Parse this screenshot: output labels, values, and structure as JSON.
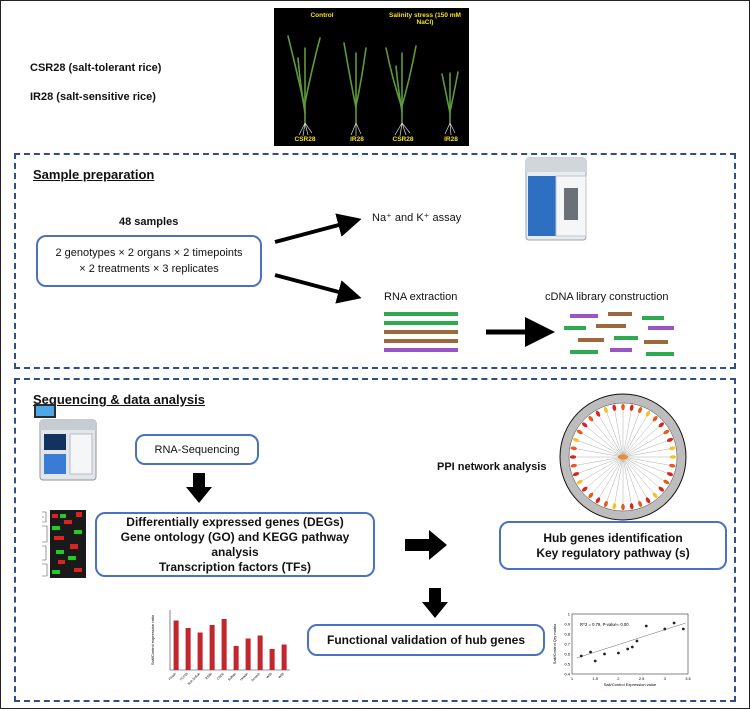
{
  "header": {
    "genotype_1": "CSR28 (salt-tolerant rice)",
    "genotype_2": "IR28 (salt-sensitive rice)",
    "photo": {
      "control_label": "Control",
      "stress_label": "Salinity stress (150 mM NaCl)",
      "plant_labels": [
        "CSR28",
        "IR28",
        "CSR28",
        "IR28"
      ]
    }
  },
  "sample_prep": {
    "title": "Sample preparation",
    "samples_count": "48 samples",
    "design_line1": "2 genotypes × 2 organs × 2 timepoints",
    "design_line2": "× 2 treatments × 3 replicates",
    "assay_label": "Na⁺ and K⁺ assay",
    "rna_label": "RNA extraction",
    "cdna_label": "cDNA library construction"
  },
  "seq_analysis": {
    "title": "Sequencing & data analysis",
    "rnaseq_label": "RNA-Sequencing",
    "deg_line1": "Differentially expressed genes (DEGs)",
    "deg_line2": "Gene ontology (GO) and KEGG pathway analysis",
    "deg_line3": "Transcription factors (TFs)",
    "ppi_label": "PPI network analysis",
    "hub_line1": "Hub genes identification",
    "hub_line2": "Key regulatory pathway (s)",
    "validation_label": "Functional validation of hub genes"
  },
  "bar_chart": {
    "ylabel": "Salt/Control expression ratio",
    "categories": [
      "Pi/ash",
      "TCP19",
      "Sub ZnSub",
      "RS80",
      "CSD6",
      "Sulfate",
      "HeadA",
      "Scratch",
      "W29",
      "W28"
    ],
    "values": [
      3.3,
      2.8,
      2.5,
      3.0,
      3.4,
      1.6,
      2.1,
      2.3,
      1.4,
      1.7
    ],
    "ylim": [
      0,
      4
    ],
    "color": "#c4262e"
  },
  "scatter_plot": {
    "xlabel": "Salt/Control Expression value",
    "ylabel": "Salt/Control Qry matrix",
    "annotation": "R^2 = 0.79, P-value= 0.00",
    "x_ticks": [
      "1",
      "1.5",
      "2",
      "2.5",
      "3",
      "3.5"
    ],
    "y_ticks": [
      "0.4",
      "0.5",
      "0.6",
      "0.7",
      "0.8",
      "0.9",
      "1"
    ],
    "points": [
      [
        1.2,
        0.58
      ],
      [
        1.4,
        0.62
      ],
      [
        1.5,
        0.53
      ],
      [
        2.0,
        0.61
      ],
      [
        2.3,
        0.67
      ],
      [
        2.4,
        0.73
      ],
      [
        2.6,
        0.88
      ],
      [
        3.0,
        0.85
      ],
      [
        3.2,
        0.91
      ],
      [
        3.4,
        0.85
      ],
      [
        1.7,
        0.6
      ],
      [
        2.2,
        0.65
      ]
    ],
    "xlim": [
      1,
      3.5
    ],
    "ylim": [
      0.4,
      1.0
    ]
  },
  "colors": {
    "box_border": "#4a72c0",
    "dash_border": "#2f4f86",
    "rna_green": "#2eaa4f",
    "rna_brown": "#9a6a3c",
    "rna_purple": "#9b54c4",
    "plant_label": "#f4e21d"
  }
}
